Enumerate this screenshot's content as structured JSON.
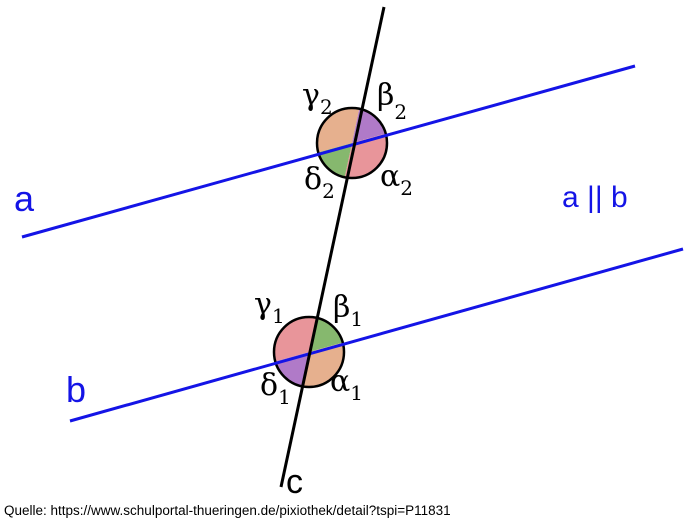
{
  "labels": {
    "line_a": "a",
    "line_b": "b",
    "line_c": "c",
    "parallel_note": "a || b"
  },
  "angles": {
    "gamma2": {
      "symbol": "γ",
      "sub": "2"
    },
    "beta2": {
      "symbol": "β",
      "sub": "2"
    },
    "delta2": {
      "symbol": "δ",
      "sub": "2"
    },
    "alpha2": {
      "symbol": "α",
      "sub": "2"
    },
    "gamma1": {
      "symbol": "γ",
      "sub": "1"
    },
    "beta1": {
      "symbol": "β",
      "sub": "1"
    },
    "delta1": {
      "symbol": "δ",
      "sub": "1"
    },
    "alpha1": {
      "symbol": "α",
      "sub": "1"
    }
  },
  "source": "Quelle: https://www.schulportal-thueringen.de/pixiothek/detail?tspi=P11831",
  "colors": {
    "parallel_lines": "#1414e6",
    "transversal": "#000000",
    "sector_orange": "#e6b08e",
    "sector_purple": "#b07ac8",
    "sector_green": "#86b86e",
    "sector_red": "#e8959a"
  }
}
